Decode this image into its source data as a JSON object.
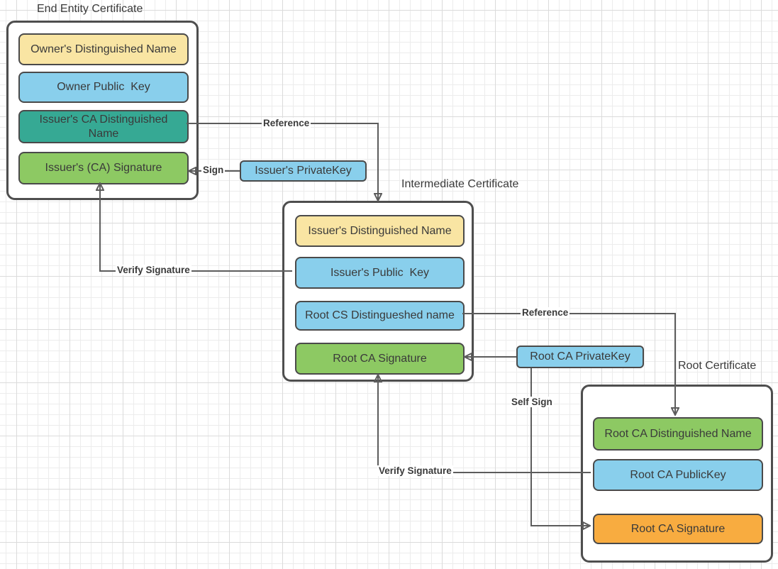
{
  "certificates": [
    {
      "title": "End Entity Certificate",
      "fields": [
        {
          "label": "Owner's Distinguished Name",
          "color": "#f9e5a3"
        },
        {
          "label": "Owner Public  Key",
          "color": "#89cfec"
        },
        {
          "label": "Issuer's CA Distinguished\nName",
          "color": "#36a994"
        },
        {
          "label": "Issuer's (CA) Signature",
          "color": "#8dc963"
        }
      ]
    },
    {
      "title": "Intermediate Certificate",
      "fields": [
        {
          "label": "Issuer's Distinguished Name",
          "color": "#f9e5a3"
        },
        {
          "label": "Issuer's Public  Key",
          "color": "#89cfec"
        },
        {
          "label": "Root CS Distingueshed name",
          "color": "#89cfec"
        },
        {
          "label": "Root CA Signature",
          "color": "#8dc963"
        }
      ]
    },
    {
      "title": "Root Certificate",
      "fields": [
        {
          "label": "Root CA Distinguished Name",
          "color": "#8dc963"
        },
        {
          "label": "Root CA PublicKey",
          "color": "#89cfec"
        },
        {
          "label": "Root CA Signature",
          "color": "#f8ac40"
        }
      ]
    }
  ],
  "keys": [
    {
      "label": "Issuer's PrivateKey",
      "color": "#89cfec"
    },
    {
      "label": "Root CA PrivateKey",
      "color": "#89cfec"
    }
  ],
  "connector_labels": [
    {
      "label": "Reference"
    },
    {
      "label": "Sign"
    },
    {
      "label": "Verify Signature"
    },
    {
      "label": "Reference"
    },
    {
      "label": "Self Sign"
    },
    {
      "label": "Verify Signature"
    }
  ],
  "colors": {
    "canvas_bg": "#ffffff",
    "grid_minor": "#ececec",
    "grid_major": "#dbdbdb",
    "box_border": "#4e4e4e",
    "connector": "#5c5c5c",
    "text": "#3a3a3a",
    "yellow": "#f9e5a3",
    "blue": "#89cfec",
    "teal": "#36a994",
    "green": "#8dc963",
    "orange": "#f8ac40"
  }
}
